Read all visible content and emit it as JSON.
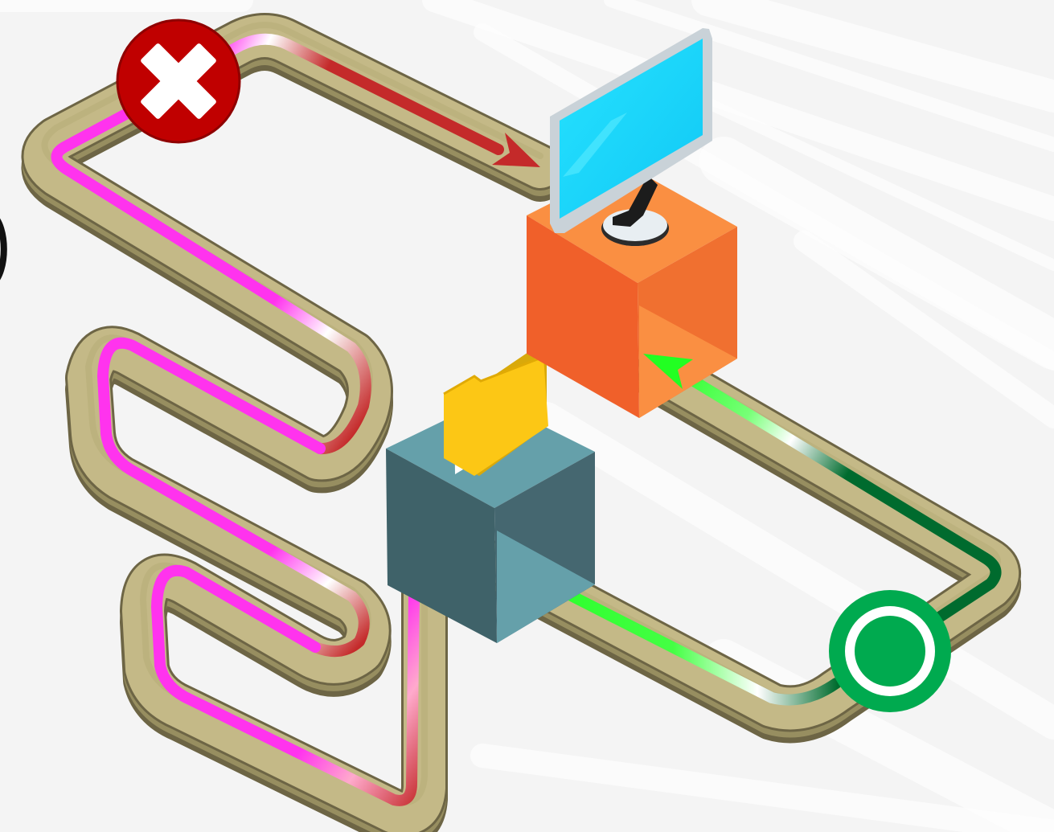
{
  "diagram": {
    "kind": "isometric-path-illustration",
    "colors": {
      "background": "#f4f4f4",
      "streak": "#ffffff",
      "track_top": "#c4b987",
      "track_side": "#978e60",
      "track_edge": "#6d6545",
      "failed_path": "#ff33ee",
      "failed_arrow": "#c42a2a",
      "success_path": "#22ff22",
      "success_arrow": "#006b2e",
      "error_badge": "#c00000",
      "success_badge": "#00aa4f",
      "server_top": "#65a0aa",
      "server_left": "#3f6269",
      "server_right": "#456770",
      "computer_top": "#fa8f42",
      "computer_left": "#f0602a",
      "computer_right": "#f07030",
      "monitor_screen": "#17d8ff",
      "folder": "#fcc715"
    },
    "nodes": [
      {
        "id": "start",
        "icon": "success-circle-icon",
        "role": "start"
      },
      {
        "id": "error",
        "icon": "error-x-icon",
        "role": "failure"
      },
      {
        "id": "server",
        "icon": "folder-icon",
        "role": "file-server"
      },
      {
        "id": "computer",
        "icon": "monitor-icon",
        "role": "destination"
      }
    ],
    "paths": [
      {
        "id": "success-path",
        "from": "server",
        "to": "computer",
        "via": "start",
        "status": "success"
      },
      {
        "id": "failed-path",
        "from": "server",
        "to": "computer",
        "via": "error",
        "status": "failure"
      }
    ]
  }
}
